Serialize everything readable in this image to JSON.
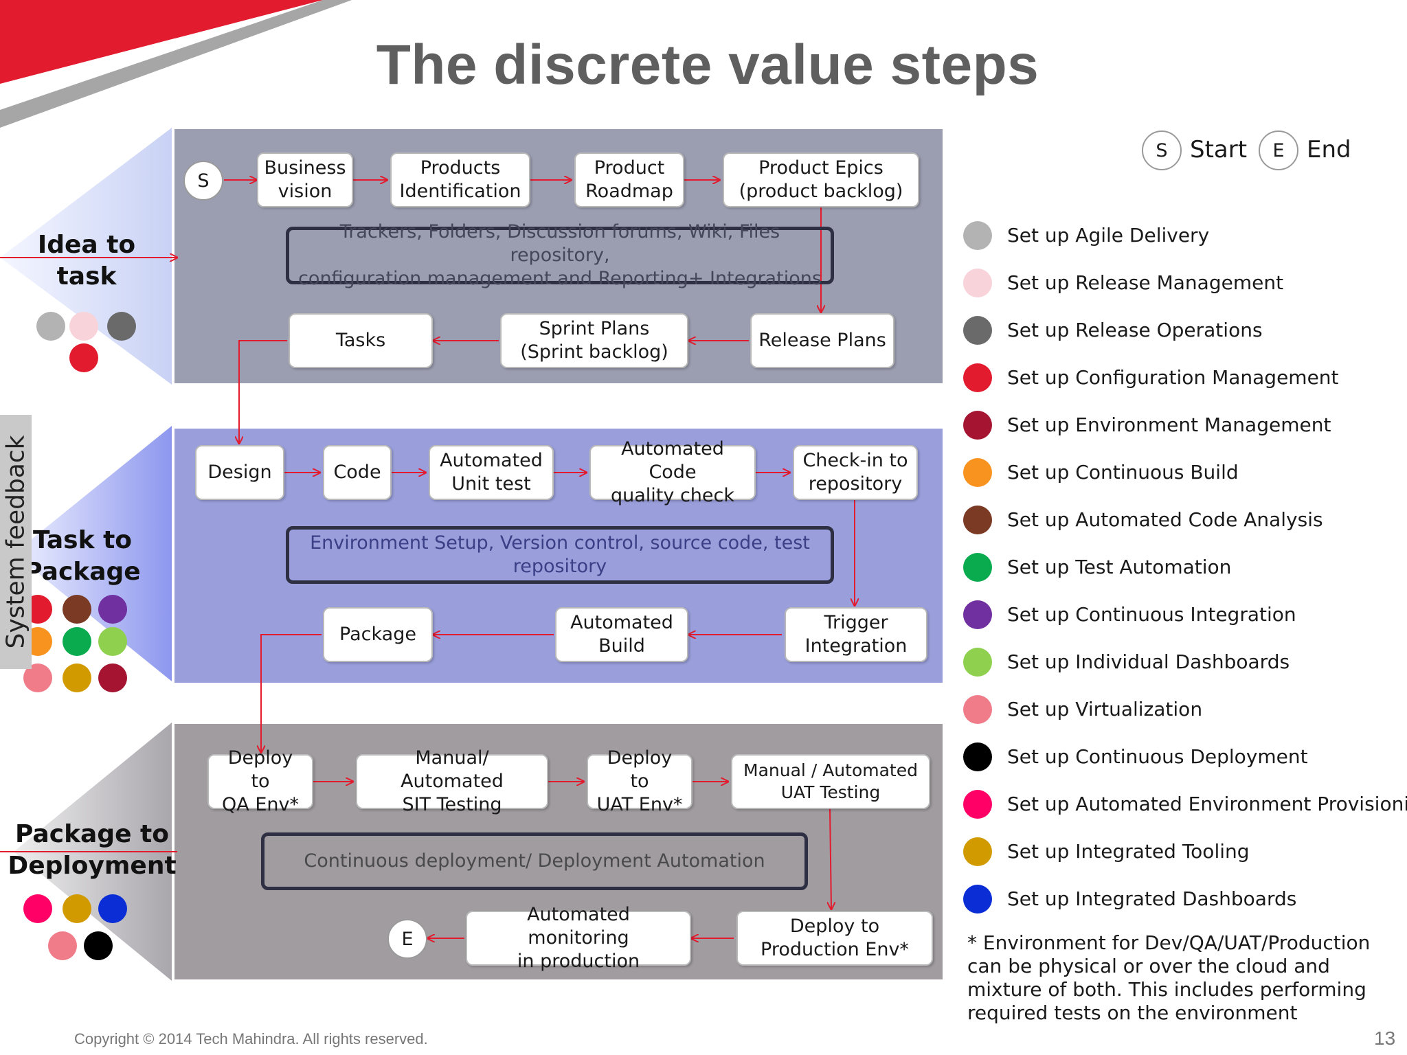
{
  "title": "The discrete value steps",
  "feedback_label": "System feedback",
  "legend_markers": {
    "start": {
      "symbol": "S",
      "label": "Start"
    },
    "end": {
      "symbol": "E",
      "label": "End"
    }
  },
  "legend": [
    {
      "label": "Set up Agile Delivery",
      "color": "#b3b3b3"
    },
    {
      "label": "Set up Release Management",
      "color": "#f9d3da"
    },
    {
      "label": "Set up Release Operations",
      "color": "#6a6a6a"
    },
    {
      "label": "Set up Configuration Management",
      "color": "#e21b2f"
    },
    {
      "label": "Set up Environment Management",
      "color": "#a51531"
    },
    {
      "label": "Set up Continuous Build",
      "color": "#f7931e"
    },
    {
      "label": "Set up Automated Code Analysis",
      "color": "#7a3a24"
    },
    {
      "label": "Set up Test Automation",
      "color": "#0aab4e"
    },
    {
      "label": "Set up Continuous Integration",
      "color": "#7030a0"
    },
    {
      "label": "Set up Individual Dashboards",
      "color": "#8fd14f"
    },
    {
      "label": "Set up Virtualization",
      "color": "#f07c8a"
    },
    {
      "label": "Set up Continuous Deployment",
      "color": "#000000"
    },
    {
      "label": "Set up Automated Environment Provisioning",
      "color": "#ff0066"
    },
    {
      "label": "Set up Integrated Tooling",
      "color": "#d19b00"
    },
    {
      "label": "Set up Integrated Dashboards",
      "color": "#0a2dd6"
    }
  ],
  "stages": [
    {
      "label": "Idea to\ntask",
      "nodes": {
        "start": "S",
        "business_vision": "Business\nvision",
        "products_identification": "Products\nIdentification",
        "product_roadmap": "Product\nRoadmap",
        "product_epics": "Product Epics\n(product backlog)",
        "release_plans": "Release Plans",
        "sprint_plans": "Sprint Plans\n(Sprint backlog)",
        "tasks": "Tasks"
      },
      "tooling": "Trackers, Folders, Discussion forums, Wiki, Files repository,\nconfiguration management and Reporting+ Integrations"
    },
    {
      "label": "Task to\nPackage",
      "nodes": {
        "design": "Design",
        "code": "Code",
        "automated_unit_test": "Automated\nUnit test",
        "automated_code_quality_check": "Automated Code\nquality check",
        "check_in": "Check-in to\nrepository",
        "trigger_integration": "Trigger\nIntegration",
        "automated_build": "Automated\nBuild",
        "package": "Package"
      },
      "tooling": "Environment Setup, Version control, source code, test\nrepository"
    },
    {
      "label": "Package to\nDeployment",
      "nodes": {
        "deploy_qa": "Deploy to\nQA Env*",
        "sit_testing": "Manual/ Automated\nSIT Testing",
        "deploy_uat": "Deploy to\nUAT Env*",
        "uat_testing": "Manual / Automated\nUAT Testing",
        "deploy_production": "Deploy to\nProduction Env*",
        "monitoring": "Automated monitoring\nin production",
        "end": "E"
      },
      "tooling": "Continuous deployment/ Deployment Automation"
    }
  ],
  "footnote": "* Environment for Dev/QA/UAT/Production can be physical or over the cloud and mixture of both. This includes performing required tests on the environment",
  "copyright": "Copyright © 2014 Tech Mahindra. All rights reserved.",
  "page_number": "13"
}
